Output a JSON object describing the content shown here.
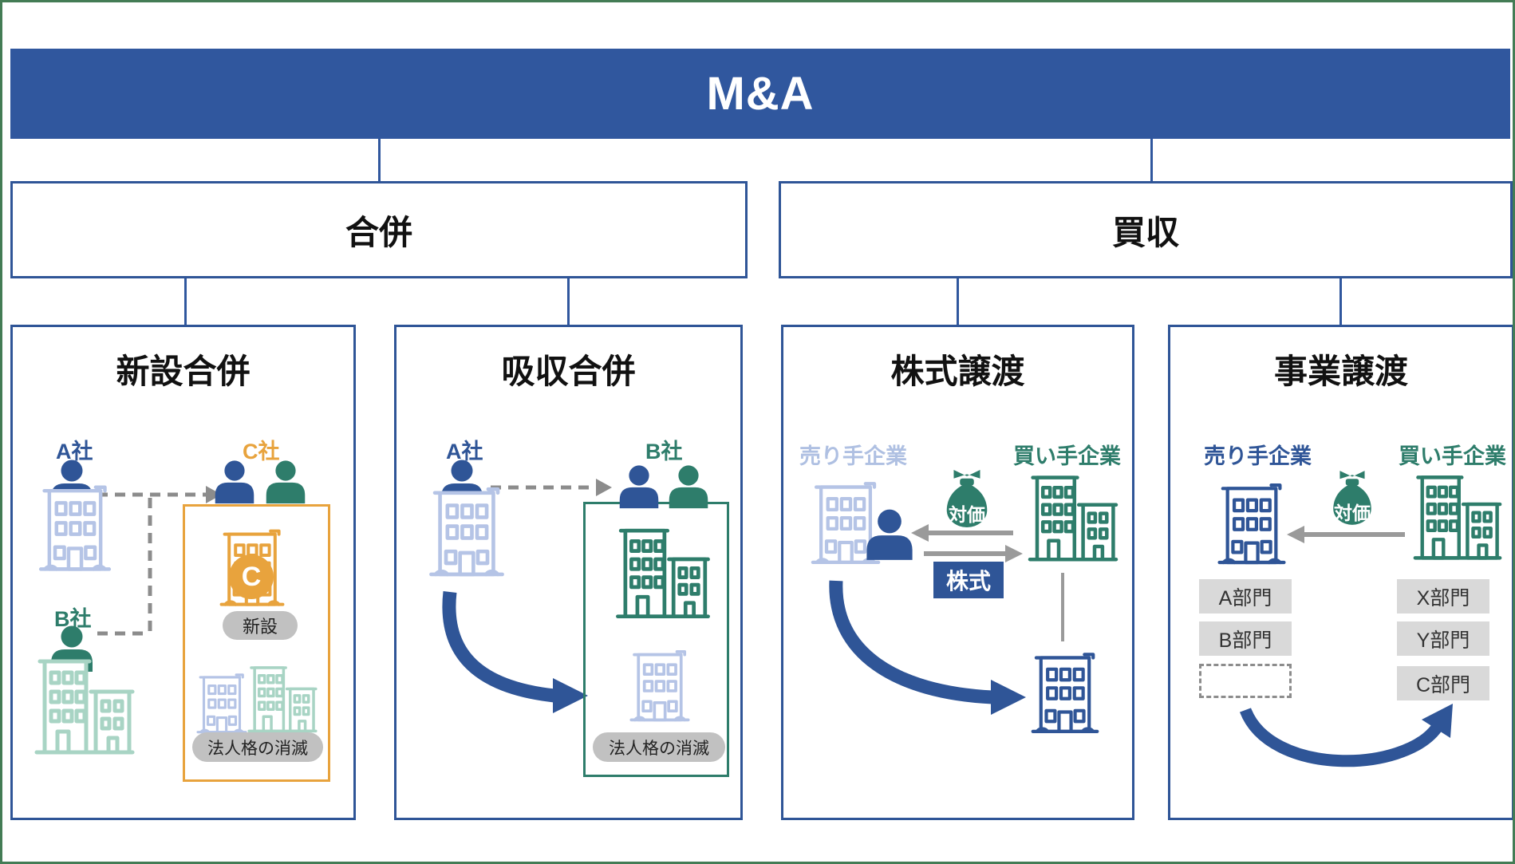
{
  "header": {
    "title": "M&A"
  },
  "categories": {
    "merger": "合併",
    "acquisition": "買収"
  },
  "panels": {
    "shinsetsu": {
      "title": "新設合併",
      "company_a": "A社",
      "company_b": "B社",
      "company_c": "C社",
      "c_badge": "C",
      "new_label": "新設",
      "dissolution_label": "法人格の消滅"
    },
    "kyushu": {
      "title": "吸収合併",
      "company_a": "A社",
      "company_b": "B社",
      "dissolution_label": "法人格の消滅"
    },
    "kabushiki": {
      "title": "株式譲渡",
      "seller_label": "売り手企業",
      "buyer_label": "買い手企業",
      "consideration_label": "対価",
      "stock_label": "株式"
    },
    "jigyo": {
      "title": "事業譲渡",
      "seller_label": "売り手企業",
      "buyer_label": "買い手企業",
      "consideration_label": "対価",
      "seller_divisions": [
        "A部門",
        "B部門"
      ],
      "buyer_divisions": [
        "X部門",
        "Y部門",
        "C部門"
      ]
    }
  },
  "colors": {
    "frame_green": "#447C55",
    "primary_blue": "#2F5597",
    "banner_blue": "#30579E",
    "teal_green": "#2E7D6B",
    "orange": "#E8A33D",
    "light_blue": "#B5C4E6",
    "light_teal": "#A8D4C4",
    "pill_gray": "#C1C1C1",
    "division_gray": "#D9D9D9",
    "arrow_gray": "#8C8C8C"
  }
}
